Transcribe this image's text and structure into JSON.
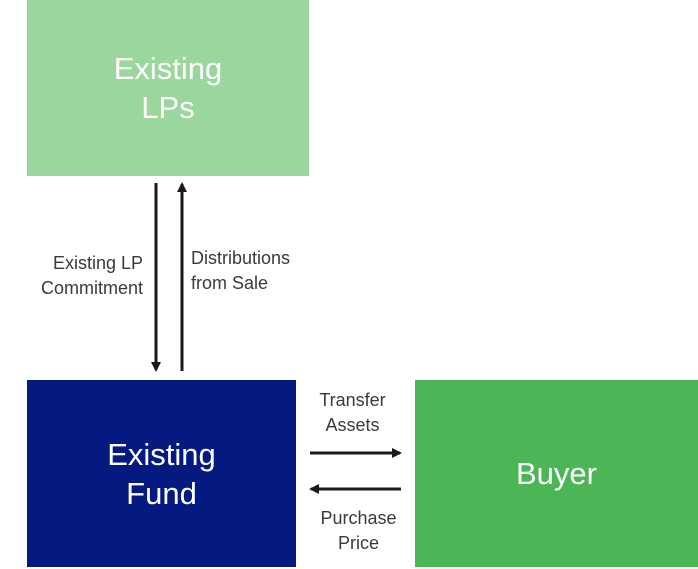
{
  "nodes": {
    "existing_lps": {
      "line1": "Existing",
      "line2": "LPs",
      "color": "#9AD69E"
    },
    "existing_fund": {
      "line1": "Existing",
      "line2": "Fund",
      "color": "#051A80"
    },
    "buyer": {
      "line1": "Buyer",
      "color": "#4CB657"
    }
  },
  "edges": {
    "commitment": {
      "line1": "Existing LP",
      "line2": "Commitment"
    },
    "distributions": {
      "line1": "Distributions",
      "line2": "from Sale"
    },
    "transfer": {
      "line1": "Transfer",
      "line2": "Assets"
    },
    "purchase": {
      "line1": "Purchase",
      "line2": "Price"
    }
  },
  "colors": {
    "arrow": "#1a1a1a",
    "label_text": "#3a3a3a",
    "node_text": "#ffffff"
  }
}
